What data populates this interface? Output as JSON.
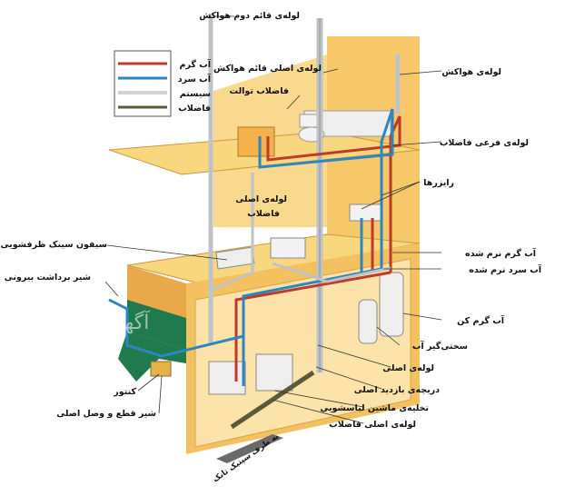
{
  "legend": {
    "items": [
      {
        "label": "آب گرم",
        "color": "#c0392b"
      },
      {
        "label": "آب سرد",
        "color": "#2e86c1"
      },
      {
        "label": "سیستم",
        "color": "#d8d8d8"
      },
      {
        "label": "فاضلاب",
        "color": "#5c5a3c"
      }
    ]
  },
  "labels": {
    "secondary_vent": "لوله‌ی قائم دوم هواکش",
    "main_vent_stack": "لوله‌ی اصلی قائم هواکش",
    "toilet_drain": "فاضلاب توالت",
    "vent_pipe": "لوله‌ی هواکش",
    "branch_drain": "لوله‌ی فرعی فاضلاب",
    "risers": "رایزرها",
    "main_drain_pipe_line1": "لوله‌ی اصلی",
    "main_drain_pipe_line2": "فاضلاب",
    "sink_trap": "سیفون سینک ظرفشویی",
    "outdoor_faucet": "شیر برداشت بیرونی",
    "softened_hot": "آب گرم نرم شده",
    "softened_cold": "آب سرد نرم شده",
    "water_heater": "آب گرم کن",
    "water_softener": "سختی‌گیر آب",
    "main_pipe": "لوله‌ی اصلی",
    "cleanout": "دریچه‌ی بازدید اصلی",
    "washer_drain": "تخلیه‌ی ماشین لباسشویی",
    "main_drain_line": "لوله‌ی اصلی فاضلاب",
    "meter": "کنتور",
    "main_shutoff": "شیر قطع و وصل اصلی",
    "to_city_sewer": "به طرف سپتیک تانک"
  },
  "watermark": "آگهی سرا",
  "colors": {
    "wall": "#f6c86a",
    "wall_dark": "#e9a94a",
    "floor": "#f8d77e",
    "hot": "#c0392b",
    "cold": "#2e86c1",
    "gray": "#bfc3c6",
    "drain": "#5c5a3c",
    "lawn": "#1f7a4d"
  }
}
